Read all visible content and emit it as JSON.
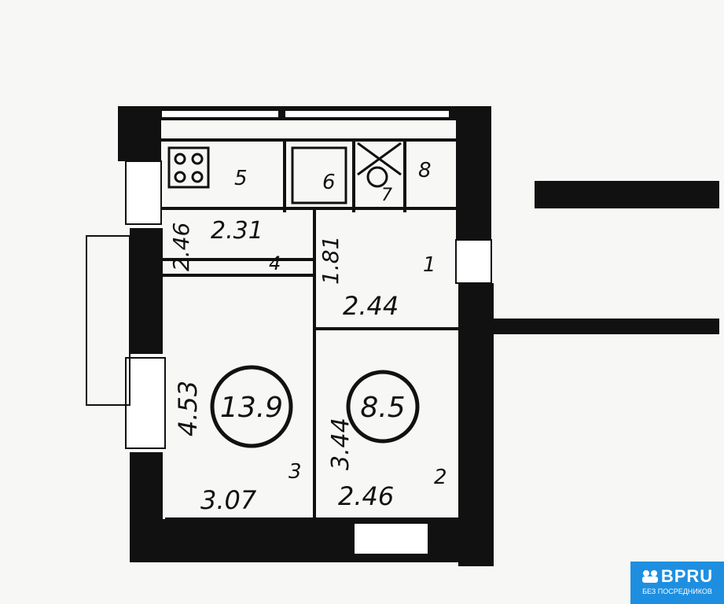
{
  "plan": {
    "room_numbers": {
      "hall": "1",
      "room2": "2",
      "room3": "3",
      "corridor": "4",
      "kitchen": "5",
      "bath": "6",
      "wc": "7",
      "closet": "8"
    },
    "areas": {
      "room3": "13.9",
      "room2": "8.5"
    },
    "dimensions": {
      "kitchen_len": "2.31",
      "kitchen_w": "2.46",
      "hall_w": "1.81",
      "hall_len": "2.44",
      "room3_len": "4.53",
      "room3_w": "3.07",
      "room2_len": "3.44",
      "room2_w": "2.46"
    }
  },
  "watermark": {
    "brand": "BPRU",
    "tagline": "БЕЗ ПОСРЕДНИКОВ",
    "color": "#1e8fe0"
  }
}
